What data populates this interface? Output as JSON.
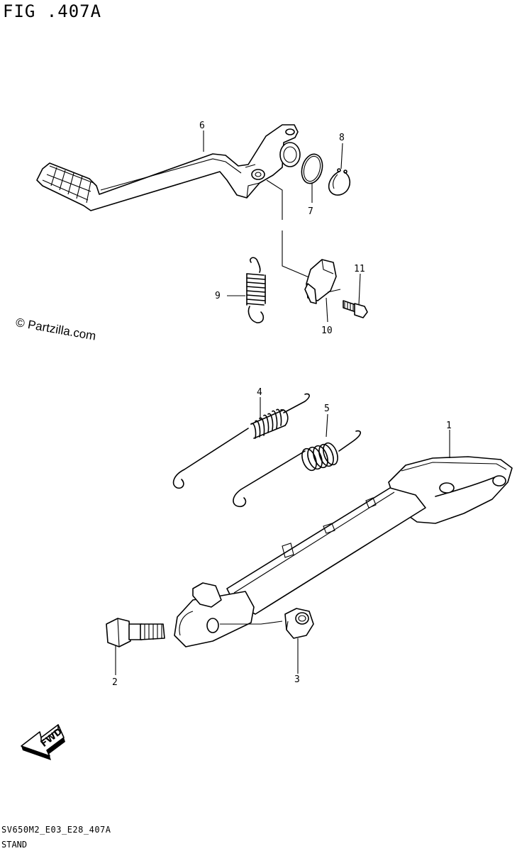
{
  "figure": {
    "title": "FIG .407A",
    "watermark": "© Partzilla.com",
    "footer_code": "SV650M2_E03_E28_407A",
    "footer_title": "STAND",
    "fwd_label": "FWD"
  },
  "callouts": [
    {
      "id": "1",
      "part": "side-stand"
    },
    {
      "id": "2",
      "part": "stand-bolt"
    },
    {
      "id": "3",
      "part": "stand-nut"
    },
    {
      "id": "4",
      "part": "stand-spring-a"
    },
    {
      "id": "5",
      "part": "stand-spring-b"
    },
    {
      "id": "6",
      "part": "brake-pedal"
    },
    {
      "id": "7",
      "part": "o-ring"
    },
    {
      "id": "8",
      "part": "circlip"
    },
    {
      "id": "9",
      "part": "return-spring"
    },
    {
      "id": "10",
      "part": "pedal-bracket"
    },
    {
      "id": "11",
      "part": "bracket-bolt"
    }
  ]
}
